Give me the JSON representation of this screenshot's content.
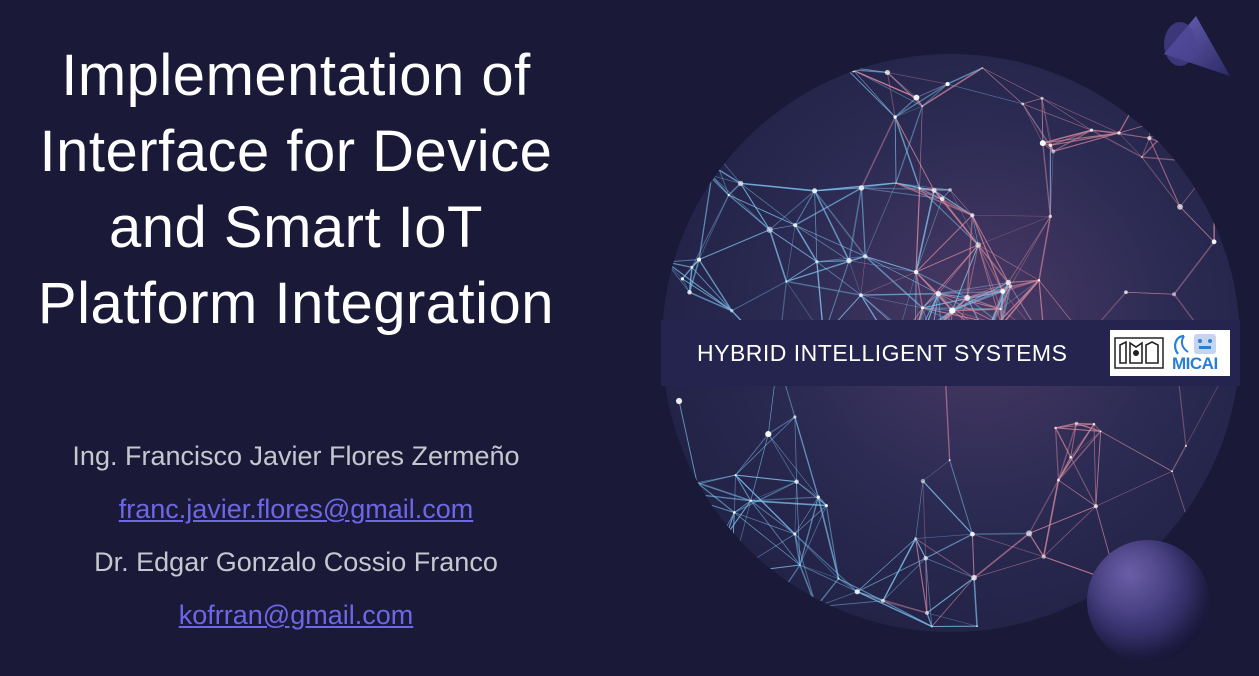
{
  "slide": {
    "title_lines": [
      "Implementation of",
      "Interface for Device",
      "and Smart IoT",
      "Platform Integration"
    ],
    "authors": [
      {
        "name": "Ing. Francisco Javier Flores Zermeño",
        "email": "franc.javier.flores@gmail.com"
      },
      {
        "name": "Dr. Edgar Gonzalo Cossio Franco",
        "email": "kofrran@gmail.com"
      }
    ],
    "banner": {
      "text": "HYBRID INTELLIGENT SYSTEMS",
      "logos": [
        {
          "name": "smia-logo",
          "text": ""
        },
        {
          "name": "micai-logo",
          "text": "MICAI"
        }
      ]
    }
  },
  "colors": {
    "background": "#1a1a38",
    "title": "#ffffff",
    "author_name": "#c7c7cf",
    "email_link": "#6d67e6",
    "banner": "#24244f",
    "network_blue": "#7fc4ee",
    "network_pink": "#d98aa0",
    "micai_blue": "#2a7fd4"
  },
  "icons": {
    "cone": "cone-shape",
    "sphere": "sphere-shape",
    "network": "network-graph-image"
  }
}
